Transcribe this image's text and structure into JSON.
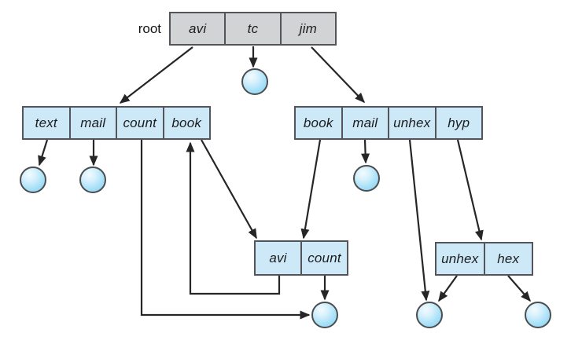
{
  "figure": {
    "description": "general-graph-directory-diagram",
    "root_label": "root",
    "tables": {
      "root": {
        "cells": [
          "avi",
          "tc",
          "jim"
        ]
      },
      "left": {
        "cells": [
          "text",
          "mail",
          "count",
          "book"
        ]
      },
      "right": {
        "cells": [
          "book",
          "mail",
          "unhex",
          "hyp"
        ]
      },
      "middle": {
        "cells": [
          "avi",
          "count"
        ]
      },
      "lower_right": {
        "cells": [
          "unhex",
          "hex"
        ]
      }
    },
    "colors": {
      "root_table_fill": "#d2d3d5",
      "directory_table_fill": "#cde9f8",
      "table_border": "#54555a",
      "file_circle_fill": "#9bdcf7",
      "file_circle_highlight": "#f2fbff",
      "file_circle_border": "#4c4d4f",
      "arrow_line": "#262628",
      "background": "#ffffff"
    }
  }
}
